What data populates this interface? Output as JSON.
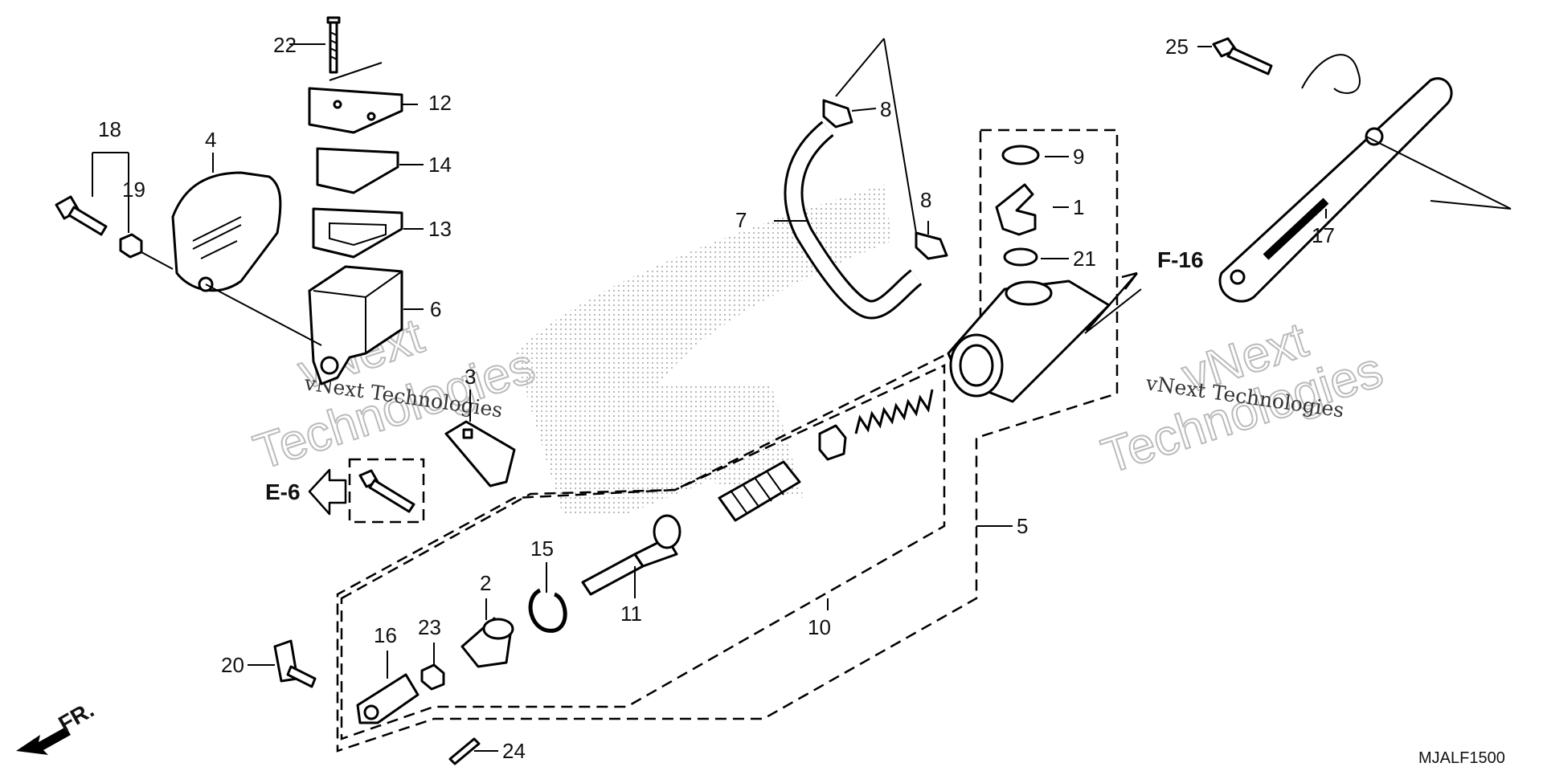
{
  "diagram": {
    "code": "MJALF1500",
    "watermark_small": "vNext Technologies",
    "watermark_big_1": "vNext",
    "watermark_big_2": "Technologies",
    "references": {
      "e6": "E-6",
      "f16": "F-16",
      "front": "FR."
    },
    "callouts": [
      {
        "id": "c1",
        "text": "1"
      },
      {
        "id": "c2",
        "text": "2"
      },
      {
        "id": "c3",
        "text": "3"
      },
      {
        "id": "c4",
        "text": "4"
      },
      {
        "id": "c5",
        "text": "5"
      },
      {
        "id": "c6",
        "text": "6"
      },
      {
        "id": "c7",
        "text": "7"
      },
      {
        "id": "c8a",
        "text": "8"
      },
      {
        "id": "c8b",
        "text": "8"
      },
      {
        "id": "c9",
        "text": "9"
      },
      {
        "id": "c10",
        "text": "10"
      },
      {
        "id": "c11",
        "text": "11"
      },
      {
        "id": "c12",
        "text": "12"
      },
      {
        "id": "c13",
        "text": "13"
      },
      {
        "id": "c14",
        "text": "14"
      },
      {
        "id": "c15",
        "text": "15"
      },
      {
        "id": "c16",
        "text": "16"
      },
      {
        "id": "c17",
        "text": "17"
      },
      {
        "id": "c18",
        "text": "18"
      },
      {
        "id": "c19",
        "text": "19"
      },
      {
        "id": "c20",
        "text": "20"
      },
      {
        "id": "c21",
        "text": "21"
      },
      {
        "id": "c22",
        "text": "22"
      },
      {
        "id": "c23",
        "text": "23"
      },
      {
        "id": "c24",
        "text": "24"
      },
      {
        "id": "c25",
        "text": "25"
      }
    ]
  }
}
